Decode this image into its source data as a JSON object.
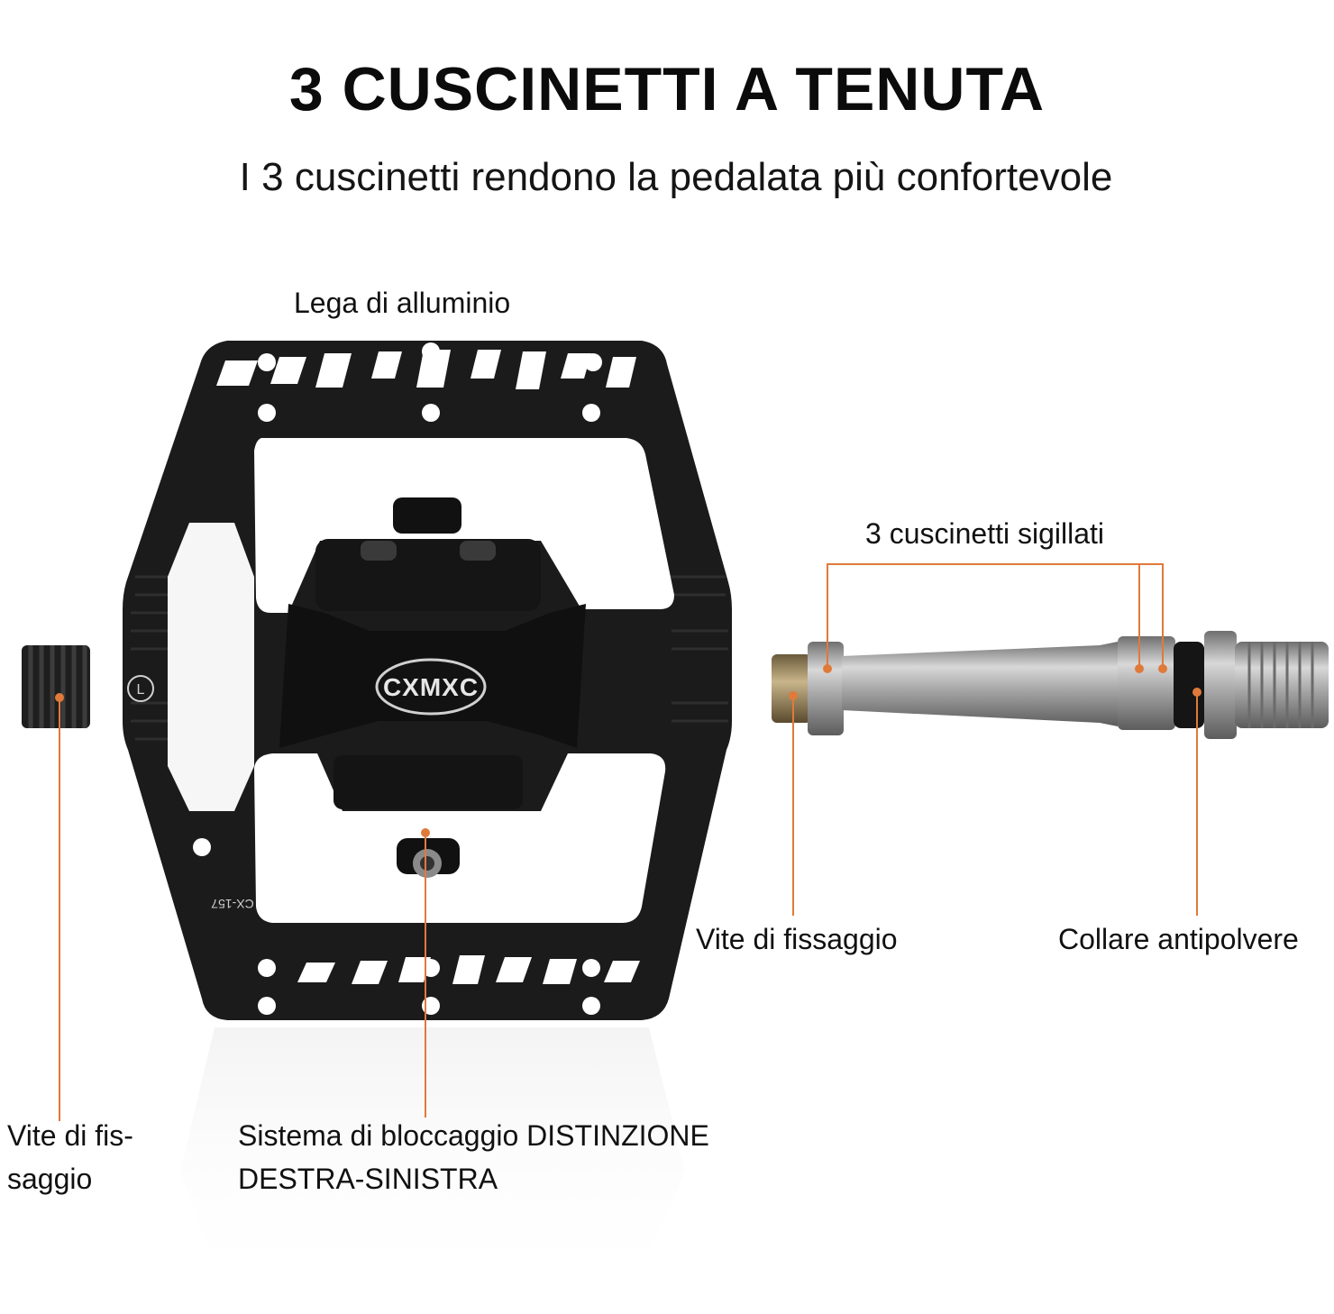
{
  "header": {
    "title": "3 CUSCINETTI A TENUTA",
    "subtitle": "I 3 cuscinetti rendono la pedalata più confortevole"
  },
  "labels": {
    "alloy": "Lega di alluminio",
    "bearings": "3 cuscinetti sigillati",
    "fix_screw_right": "Vite di fissaggio",
    "dust_collar": "Collare antipolvere",
    "fix_screw_left_line1": "Vite di fis-",
    "fix_screw_left_line2": "saggio",
    "lock_line1": "Sistema di bloccaggio DISTINZIONE",
    "lock_line2": "DESTRA-SINISTRA"
  },
  "product": {
    "logo_text": "CXMXC",
    "model_text": "CX-157",
    "side_mark": "L"
  },
  "colors": {
    "accent": "#e07a3a",
    "pedal": "#1b1b1b",
    "axle": "#9a9a9a"
  }
}
